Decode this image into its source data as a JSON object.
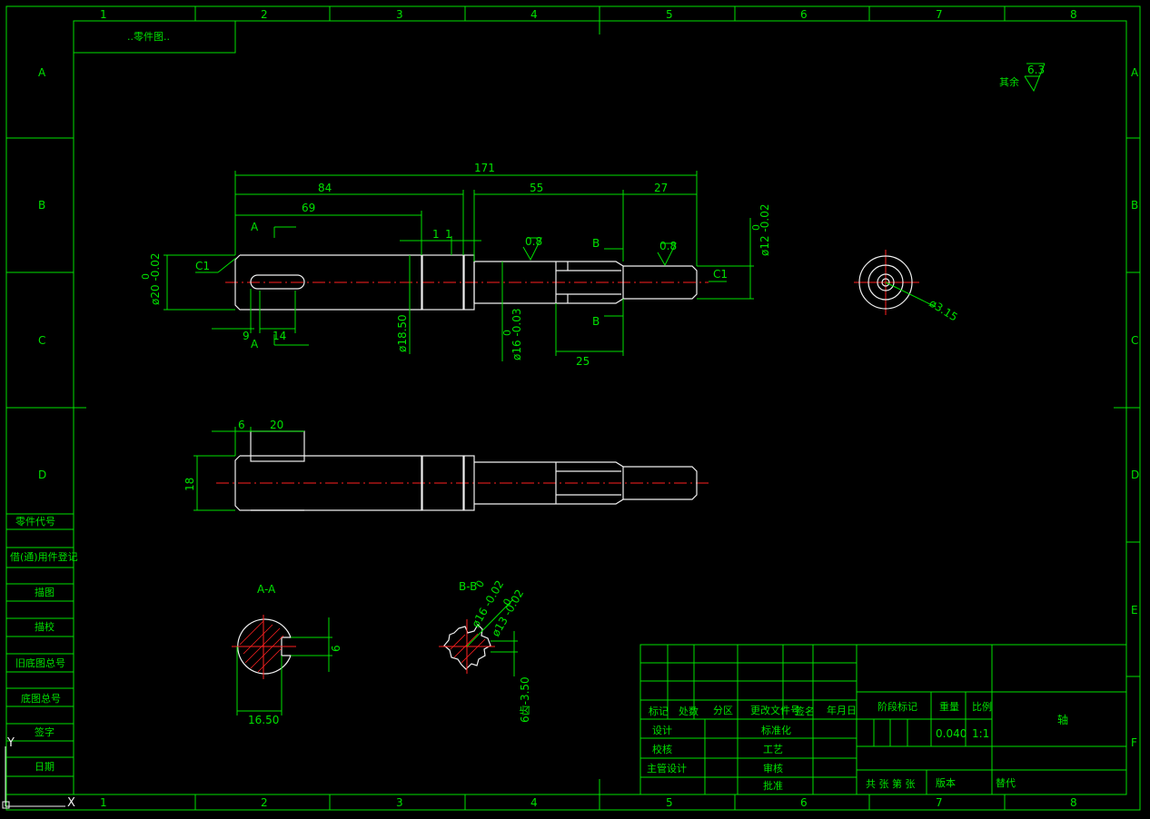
{
  "border": {
    "col_numbers": [
      "1",
      "2",
      "3",
      "4",
      "5",
      "6",
      "7",
      "8"
    ],
    "row_letters": [
      "A",
      "B",
      "C",
      "D",
      "E",
      "F"
    ]
  },
  "top_left_box": "..零件图..",
  "roughness_other": {
    "label": "其余",
    "value": "6.3"
  },
  "left_strip_labels": [
    "零件代号",
    "借(通)用件登记",
    "描图",
    "描校",
    "旧底图总号",
    "底图总号",
    "签字",
    "日期"
  ],
  "dimensions": {
    "total_length": "171",
    "d84": "84",
    "d55": "55",
    "d27": "27",
    "d69": "69",
    "d1a": "1",
    "d1b": "1",
    "d9": "9",
    "d14": "14",
    "d25": "25",
    "d6": "6",
    "d20": "20",
    "d18": "18",
    "dia20": "ø20 -0.02",
    "dia20_upper": "0",
    "dia18_50": "ø18.50",
    "dia16": "ø16 -0.03",
    "dia16_upper": "0",
    "dia12": "ø12 -0.02",
    "dia12_upper": "0",
    "dia3_15": "ø3.15",
    "rough1": "0.8",
    "rough2": "0.8",
    "chamfer_left": "C1",
    "chamfer_right": "C1",
    "sec_A_top": "A",
    "sec_A_bottom": "A",
    "sec_B_top": "B",
    "sec_B_bottom": "B",
    "aa_title": "A-A",
    "aa_16_50": "16.50",
    "aa_6": "6",
    "bb_title": "B-B",
    "bb_dia16": "ø16 -0.02",
    "bb_dia16_upper": "0",
    "bb_dia13": "ø13 -0.02",
    "bb_dia13_upper": "0",
    "bb_width": "6齿-3.50"
  },
  "title_block": {
    "row_labels": [
      "标记",
      "处数",
      "分区",
      "更改文件号",
      "签名",
      "年月日"
    ],
    "design": "设计",
    "standard": "标准化",
    "check": "校核",
    "process": "工艺",
    "chief": "主管设计",
    "review": "审核",
    "approve": "批准",
    "stage_mark": "阶段标记",
    "weight": "重量",
    "scale": "比例",
    "weight_value": "0.040",
    "scale_value": "1:1",
    "part_name": "轴",
    "sheets": "共 张  第 张",
    "version": "版本",
    "replace": "替代"
  }
}
